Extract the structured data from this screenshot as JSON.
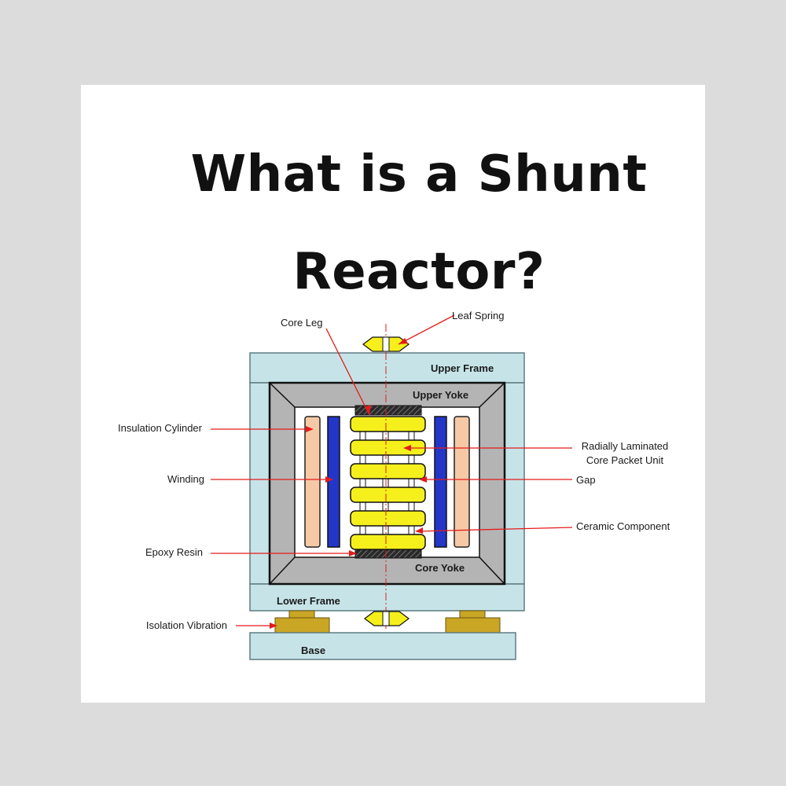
{
  "title": {
    "line1": "What is a Shunt",
    "line2": "Reactor?"
  },
  "diagram": {
    "part_labels": {
      "upper_frame": "Upper Frame",
      "upper_yoke": "Upper Yoke",
      "core_yoke": "Core Yoke",
      "lower_frame": "Lower Frame",
      "base": "Base"
    },
    "callouts": {
      "core_leg": "Core Leg",
      "leaf_spring": "Leaf Spring",
      "insulation_cylinder": "Insulation Cylinder",
      "winding": "Winding",
      "epoxy_resin": "Epoxy Resin",
      "isolation_vibration": "Isolation Vibration",
      "radially_laminated_line1": "Radially Laminated",
      "radially_laminated_line2": "Core Packet Unit",
      "gap": "Gap",
      "ceramic_component": "Ceramic Component"
    },
    "colors": {
      "frame": "#c6e4e8",
      "yoke": "#b4b4b4",
      "insulation": "#f6c9a6",
      "winding": "#2336c8",
      "core_packet": "#f5f01c",
      "mount": "#c9a623",
      "leader": "#e41b1b"
    }
  }
}
